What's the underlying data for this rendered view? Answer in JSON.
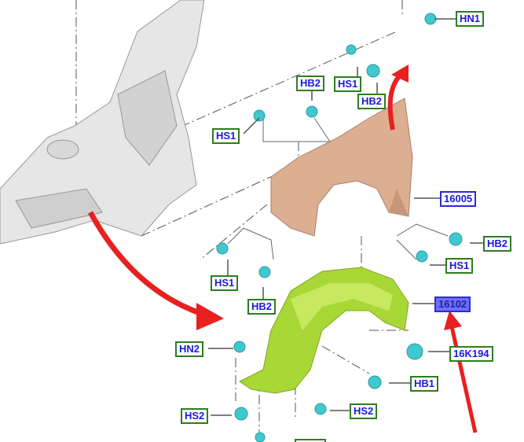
{
  "callouts": {
    "hn1": "HN1",
    "hs1_top": "HS1",
    "hb2_top_right": "HB2",
    "hb2_top_mid": "HB2",
    "hs1_left": "HS1",
    "part_fender": "16005",
    "hb2_right": "HB2",
    "hs1_right": "HS1",
    "hs1_lower_left": "HS1",
    "hb2_lower_left": "HB2",
    "part_wheelhouse_liner": "16102",
    "part_16k194": "16K194",
    "hn2": "HN2",
    "hb1": "HB1",
    "hs2_left": "HS2",
    "hs2_mid": "HS2"
  },
  "highlighted_part": "16102",
  "colors": {
    "fastener_label_border": "#2e7d1f",
    "part_label_border": "#2b2bd8",
    "highlight_fill": "#6f6ff5",
    "arrow": "#e82020",
    "fender": "#d9a98c",
    "liner": "#a6d631",
    "clip": "#3fc9cf"
  }
}
